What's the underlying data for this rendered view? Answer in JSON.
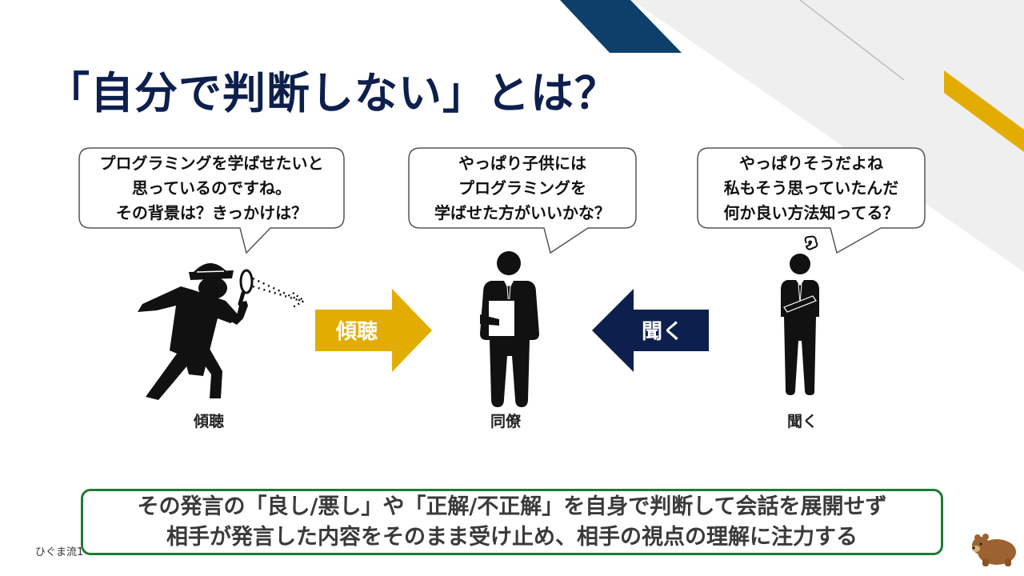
{
  "title": "「自分で判断しない」とは？",
  "bubbles": {
    "left": [
      "プログラミングを学ばせたいと",
      "思っているのですね。",
      "その背景は？きっかけは？"
    ],
    "center": [
      "やっぱり子供には",
      "プログラミングを",
      "学ばせた方がいいかな？"
    ],
    "right": [
      "やっぱりそうだよね",
      "私もそう思っていたんだ",
      "何か良い方法知ってる？"
    ]
  },
  "figures": {
    "left_label": "傾聴",
    "center_label": "同僚",
    "right_label": "聞く"
  },
  "arrows": {
    "listen_label": "傾聴",
    "ask_label": "聞く"
  },
  "summary": {
    "line1": "その発言の「良し/悪し」や「正解/不正解」を自身で判断して会話を展開せず",
    "line2": "相手が発言した内容をそのまま受け止め、相手の視点の理解に注力する"
  },
  "footer": "ひぐま流1",
  "colors": {
    "navy": "#0d1f4d",
    "gold": "#e2ad00",
    "green_border": "#1e7a35",
    "deco_gray": "#ececec"
  },
  "icons": [
    "detective-icon",
    "magnifier-icon",
    "businessman-icon",
    "thinking-person-icon",
    "bear-icon"
  ]
}
